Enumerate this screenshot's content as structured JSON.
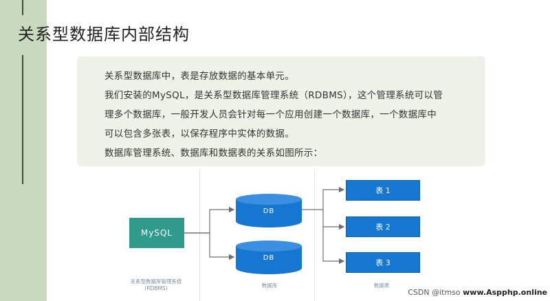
{
  "page": {
    "title": "关系型数据库内部结构"
  },
  "text": {
    "lines": [
      "关系型数据库中，表是存放数据的基本单元。",
      "我们安装的MySQL，是关系型数据库管理系统（RDBMS），这个管理系统可以管",
      "理多个数据库，一般开发人员会针对每一个应用创建一个数据库，一个数据库中",
      "可以包含多张表，以保存程序中实体的数据。",
      "数据库管理系统、数据库和数据表的关系如图所示："
    ]
  },
  "diagram": {
    "rdbms_node": "MySQL",
    "databases": [
      "DB",
      "DB"
    ],
    "tables": [
      "表 1",
      "表 2",
      "表 3"
    ],
    "captions": {
      "rdbms_line1": "关系型数据库管理系统",
      "rdbms_line2": "(RDBMS)",
      "database": "数据库",
      "table": "数据表"
    },
    "colors": {
      "mysql": "#2e9b8b",
      "db": "#1677d2",
      "table": "#1677d2",
      "arrow": "#6d6d6d"
    }
  },
  "watermark": {
    "csdn": "CSDN @itmso",
    "site": "www.Aspphp.online"
  }
}
